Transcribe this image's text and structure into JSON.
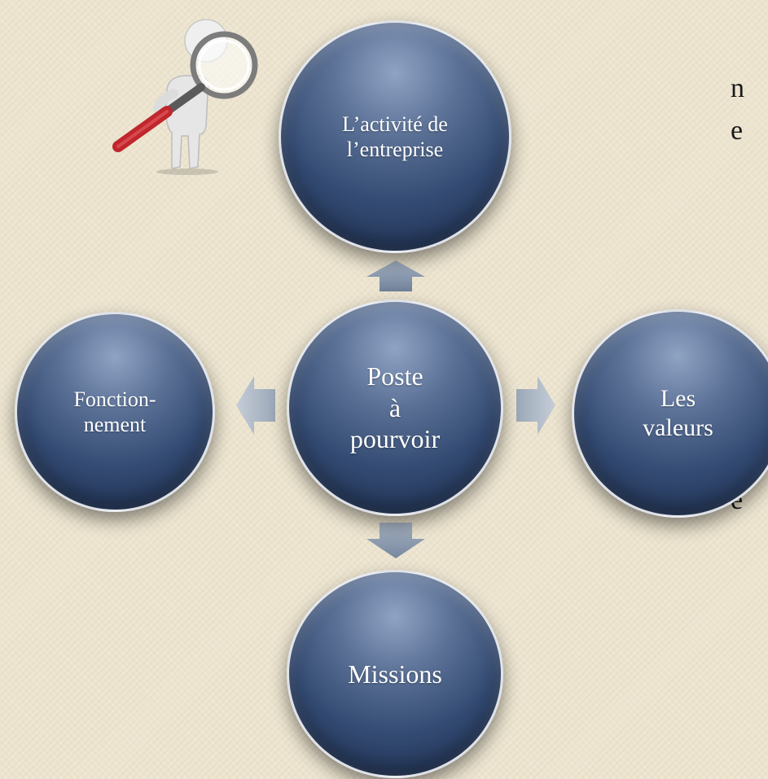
{
  "clipped_text": [
    "n",
    "e",
    "e"
  ],
  "nodes": {
    "top": {
      "lines": [
        "L’activité de",
        "l’entreprise"
      ]
    },
    "center": {
      "lines": [
        "Poste",
        "à",
        "pourvoir"
      ]
    },
    "left": {
      "lines": [
        "Fonction-",
        "nement"
      ]
    },
    "right": {
      "lines": [
        "Les",
        "valeurs"
      ]
    },
    "bottom": {
      "lines": [
        "Missions"
      ]
    }
  },
  "colors": {
    "background": "#ece4cf",
    "node_fill": "#334a72",
    "arrow_fill": "#8c9bb0",
    "text": "#ffffff"
  },
  "icons": [
    "magnifier-figure-icon",
    "arrow-up-icon",
    "arrow-down-icon",
    "arrow-left-icon",
    "arrow-right-icon"
  ]
}
